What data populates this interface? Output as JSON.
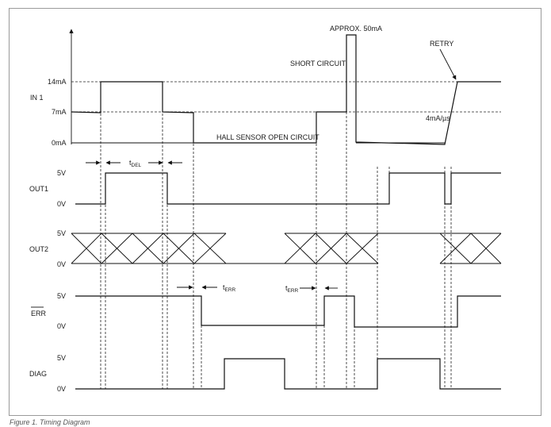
{
  "caption": "Figure 1. Timing Diagram",
  "signals": {
    "in1": "IN 1",
    "out1": "OUT1",
    "out2": "OUT2",
    "err": "ERR",
    "diag": "DIAG"
  },
  "levels": {
    "in_14": "14mA",
    "in_7": "7mA",
    "in_0": "0mA",
    "v5": "5V",
    "v0": "0V"
  },
  "annotations": {
    "approx": "APPROX. 50mA",
    "retry": "RETRY",
    "short_circuit": "SHORT CIRCUIT",
    "hall_open": "HALL SENSOR OPEN CIRCUIT",
    "slew": "4mA/µs",
    "t_del": "t",
    "t_del_sub": "DEL",
    "t_err": "t",
    "t_err_sub": "ERR"
  }
}
